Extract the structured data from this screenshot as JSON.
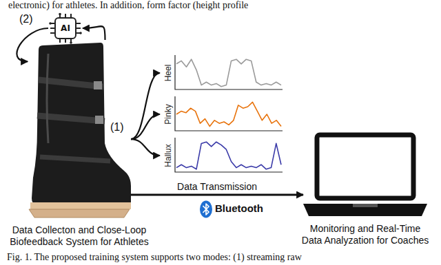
{
  "diagram": {
    "caption": "Fig. 1.  The proposed training system supports two modes: (1) streaming raw",
    "nodes": [
      {
        "text": [
          "AI"
        ]
      },
      {
        "text": [
          "Data Collecton and Close-Loop Biofeedback System for Athletes"
        ]
      },
      {
        "text": [
          "Heel"
        ]
      },
      {
        "text": [
          "Pinky"
        ]
      },
      {
        "text": [
          "Hallux"
        ]
      },
      {
        "text": [
          "Monitoring and Real-Time Data Analyzation for Coaches"
        ]
      }
    ],
    "edges": [
      {
        "from": 1,
        "to": 0,
        "arrow": "to"
      },
      {
        "from": 0,
        "to": 1,
        "arrow": "to"
      },
      {
        "from": 1,
        "to": 2,
        "arrow": "to"
      },
      {
        "from": 1,
        "to": 3,
        "arrow": "to"
      },
      {
        "from": 1,
        "to": 4,
        "arrow": "to"
      },
      {
        "from": 1,
        "to": 5,
        "label": "Data Transmission",
        "arrow": "to"
      }
    ],
    "labels": [
      "electronic) for athletes. In addition, form factor (height profile",
      "(2)",
      "(1)",
      "Bluetooth"
    ]
  }
}
